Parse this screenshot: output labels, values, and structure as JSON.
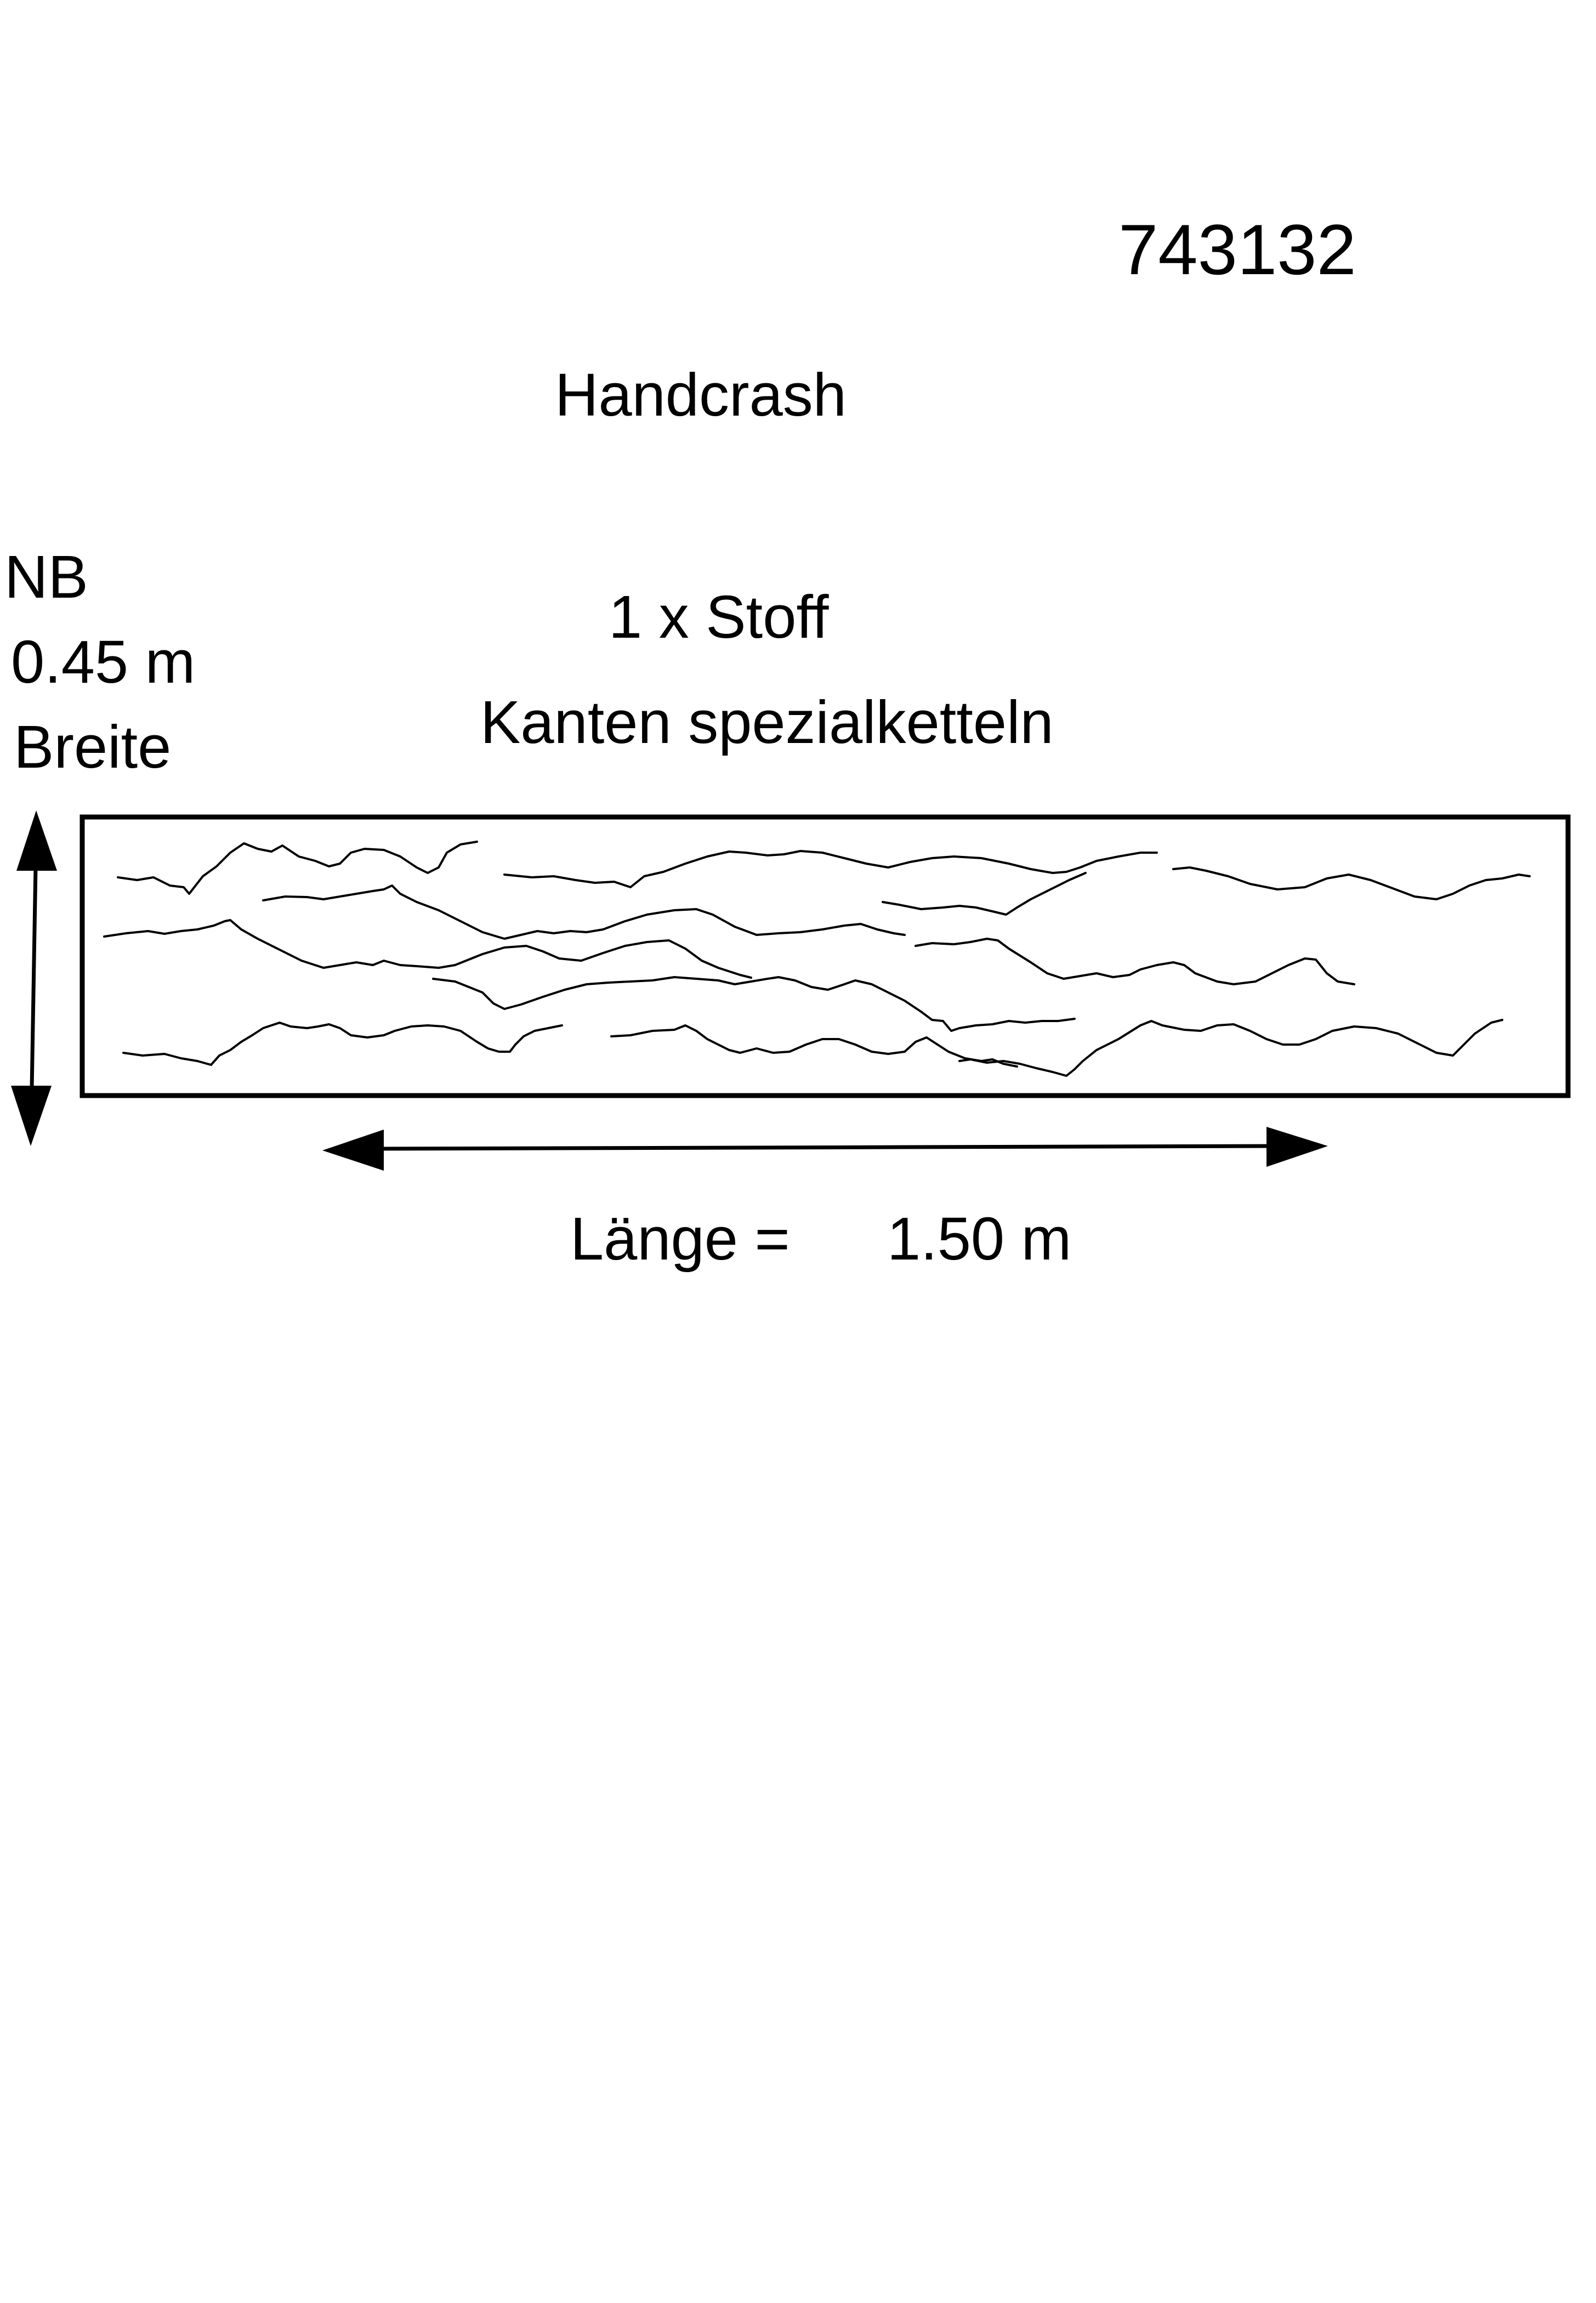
{
  "article_number": "743132",
  "title": "Handcrash",
  "quantity_label": "1 x Stoff",
  "edge_note": "Kanten spezialketteln",
  "width_dimension": {
    "prefix": "NB",
    "value": "0.45 m",
    "label": "Breite"
  },
  "length_dimension": {
    "label": "Länge =",
    "value": "1.50 m"
  },
  "colors": {
    "ink": "#000000",
    "background": "#ffffff"
  }
}
